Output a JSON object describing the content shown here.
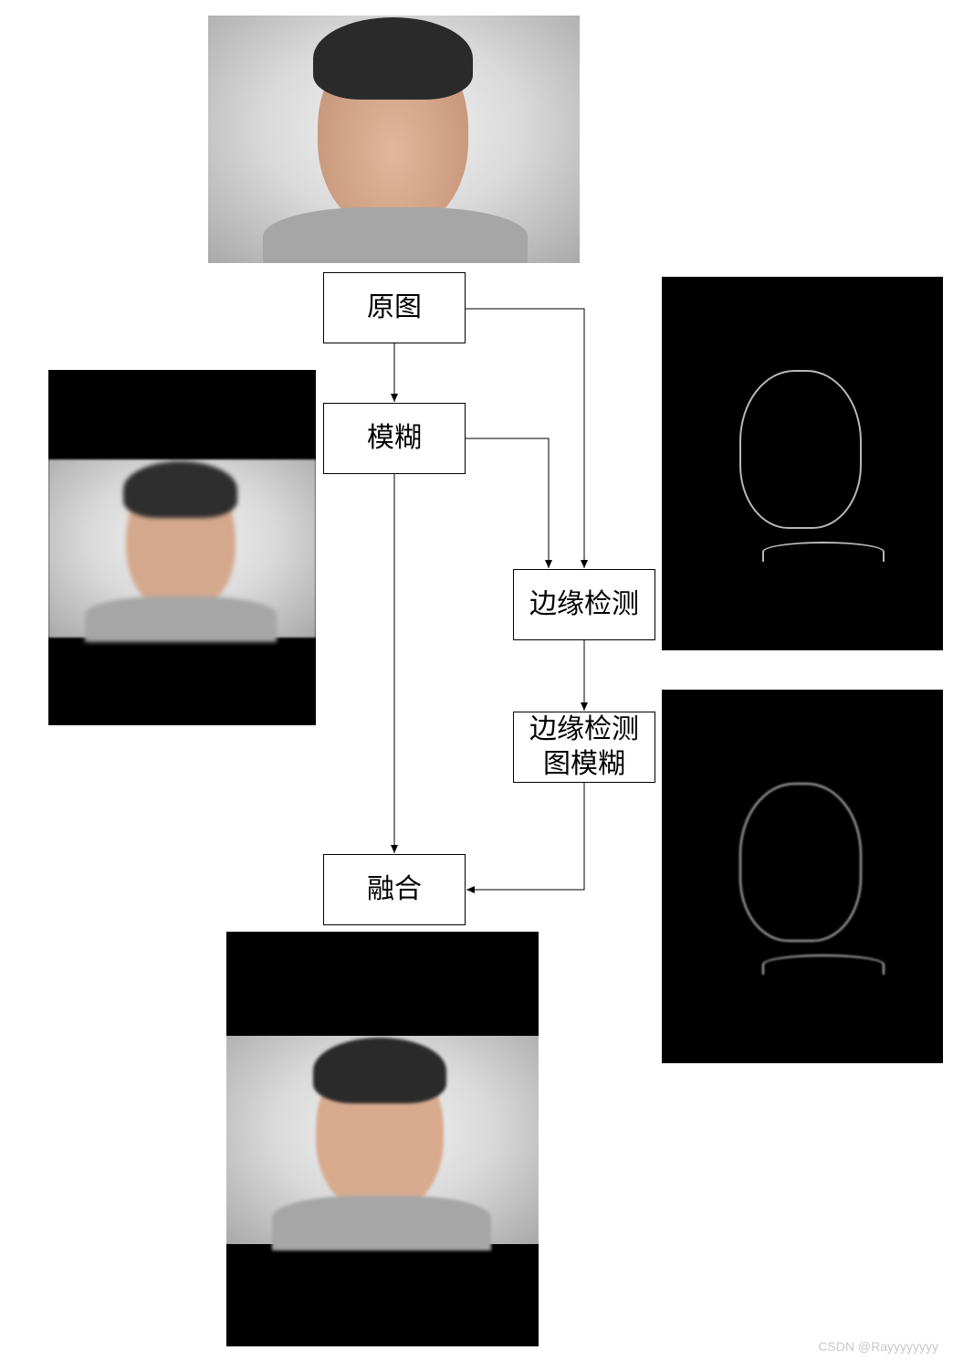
{
  "nodes": {
    "original": "原图",
    "blur": "模糊",
    "edge_detect": "边缘检测",
    "edge_blur_line1": "边缘检测",
    "edge_blur_line2": "图模糊",
    "fusion": "融合"
  },
  "images": [
    "original-photo",
    "blurred-photo",
    "edge-map",
    "blurred-edge-map",
    "fused-photo"
  ],
  "watermark": "CSDN @Rayyyyyyyy"
}
